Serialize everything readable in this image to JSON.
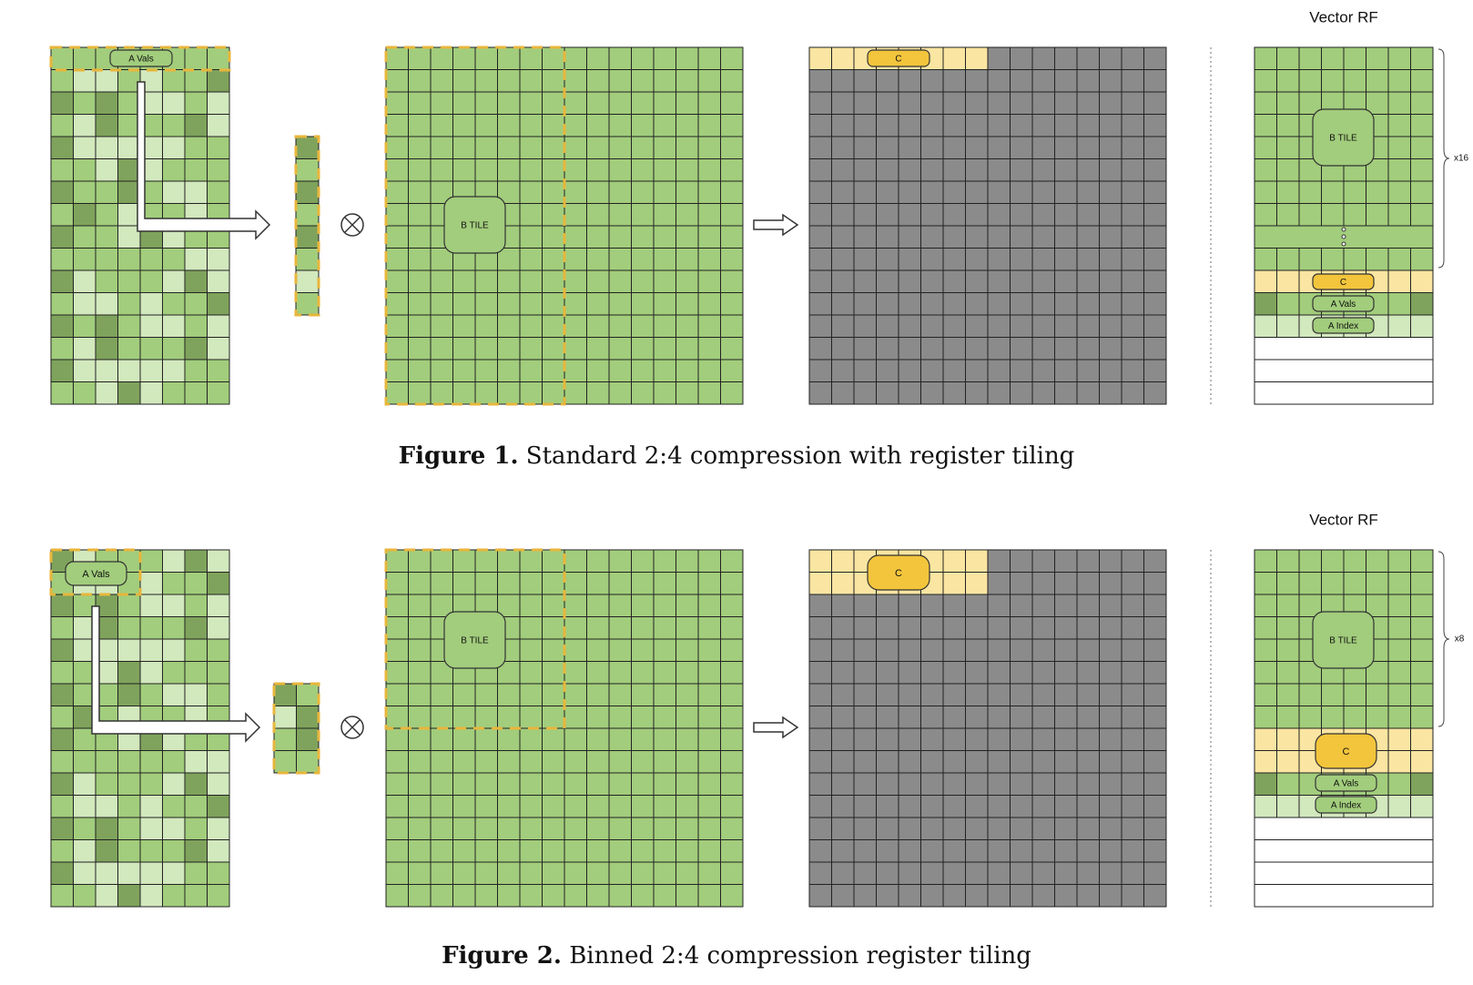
{
  "colors": {
    "dark_green": "#7fa35c",
    "mid_green": "#a2cd7c",
    "light_green": "#d2e8bd",
    "gray": "#8b8b8b",
    "pale_yellow": "#fae5a2",
    "gold": "#f3c53c",
    "dash": "#e8b63c",
    "grid_line": "#222222"
  },
  "icons": {
    "multiply": "circled-times-icon",
    "arrow": "right-arrow-icon",
    "dots": "vertical-ellipsis-icon"
  },
  "figure1": {
    "a_label": "A Vals",
    "b_label": "B TILE",
    "c_label": "C",
    "rf_title": "Vector RF",
    "rf_b_label": "B TILE",
    "rf_c_label": "C",
    "rf_a_vals_label": "A Vals",
    "rf_a_index_label": "A Index",
    "repeat_label": "x16",
    "caption_bold": "Figure 1.",
    "caption_text": "Standard 2:4 compression with register tiling"
  },
  "figure2": {
    "a_label": "A Vals",
    "b_label": "B TILE",
    "c_label": "C",
    "rf_title": "Vector RF",
    "rf_b_label": "B TILE",
    "rf_c_label": "C",
    "rf_a_vals_label": "A Vals",
    "rf_a_index_label": "A Index",
    "repeat_label": "x8",
    "caption_bold": "Figure 2.",
    "caption_text": "Binned 2:4 compression register tiling"
  }
}
